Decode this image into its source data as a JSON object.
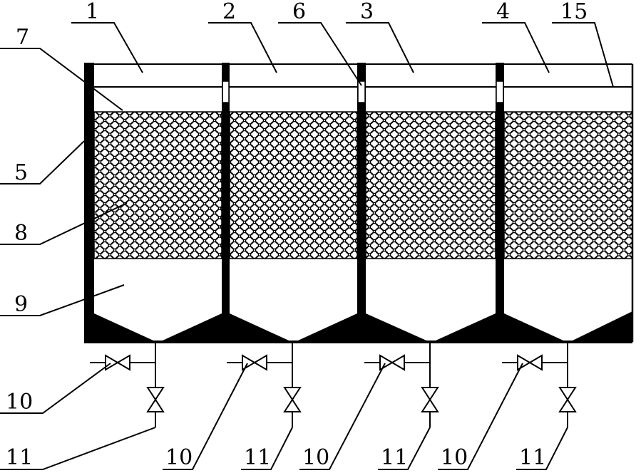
{
  "labels": {
    "l1": "1",
    "l2": "2",
    "l3": "3",
    "l4": "4",
    "l5": "5",
    "l6": "6",
    "l7": "7",
    "l8": "8",
    "l9": "9",
    "l15": "15",
    "l10a": "10",
    "l10b": "10",
    "l10c": "10",
    "l10d": "10",
    "l11a": "11",
    "l11b": "11",
    "l11c": "11",
    "l11d": "11"
  },
  "colors": {
    "line": "#000000",
    "background": "#ffffff"
  }
}
